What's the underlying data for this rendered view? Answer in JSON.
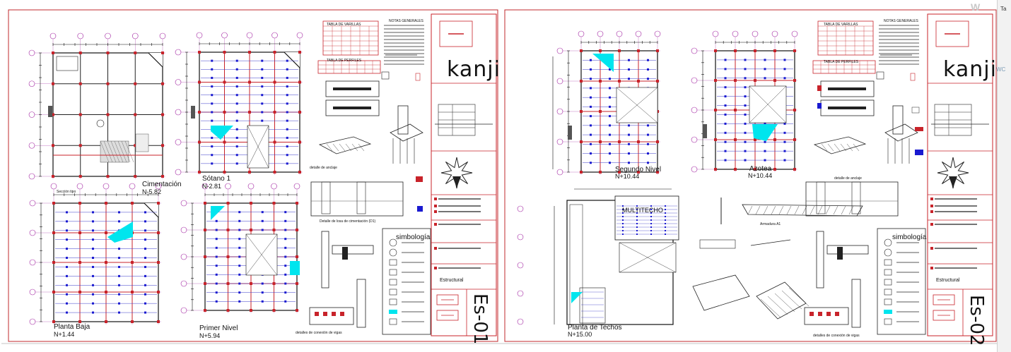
{
  "sheets": [
    {
      "code": "Es-01",
      "brand": "kanji",
      "discipline": "Estructural",
      "plans": [
        {
          "title": "Cimentación",
          "level": "N-5.82"
        },
        {
          "title": "Sótano 1",
          "level": "N-2.81"
        },
        {
          "title": "Planta Baja",
          "level": "N+1.44"
        },
        {
          "title": "Primer Nivel",
          "level": "N+5.94"
        }
      ],
      "section_label": "Sección tipo",
      "details": [
        "detalle de anclaje",
        "Detalle de losa de cimentación (D1)",
        "detalles de conexión de vigas"
      ],
      "legend_title": "simbología",
      "table_titles": [
        "TABLA DE VARILLAS",
        "NOTAS GENERALES",
        "TABLA DE PERFILES"
      ]
    },
    {
      "code": "Es-02",
      "brand": "kanji",
      "discipline": "Estructural",
      "plans": [
        {
          "title": "Segundo Nivel",
          "level": "N+10.44"
        },
        {
          "title": "Azotea",
          "level": "N+10.44"
        },
        {
          "title": "Planta de Techos",
          "level": "N+15.00"
        }
      ],
      "roof_label": "MULTITECHO",
      "details": [
        "detalle de anclaje",
        "Armadura A1",
        "detalles de conexión de vigas"
      ],
      "legend_title": "simbología",
      "table_titles": [
        "TABLA DE VARILLAS",
        "NOTAS GENERALES",
        "TABLA DE PERFILES"
      ]
    }
  ],
  "right_panel": {
    "items": [
      "W",
      "Ta",
      "WC"
    ]
  },
  "colors": {
    "border": "#c0282d",
    "beam": "#c8232a",
    "axis": "#a020a0",
    "rebar": "#1a1ad0",
    "highlight": "#00e5ee",
    "ink": "#111111"
  }
}
